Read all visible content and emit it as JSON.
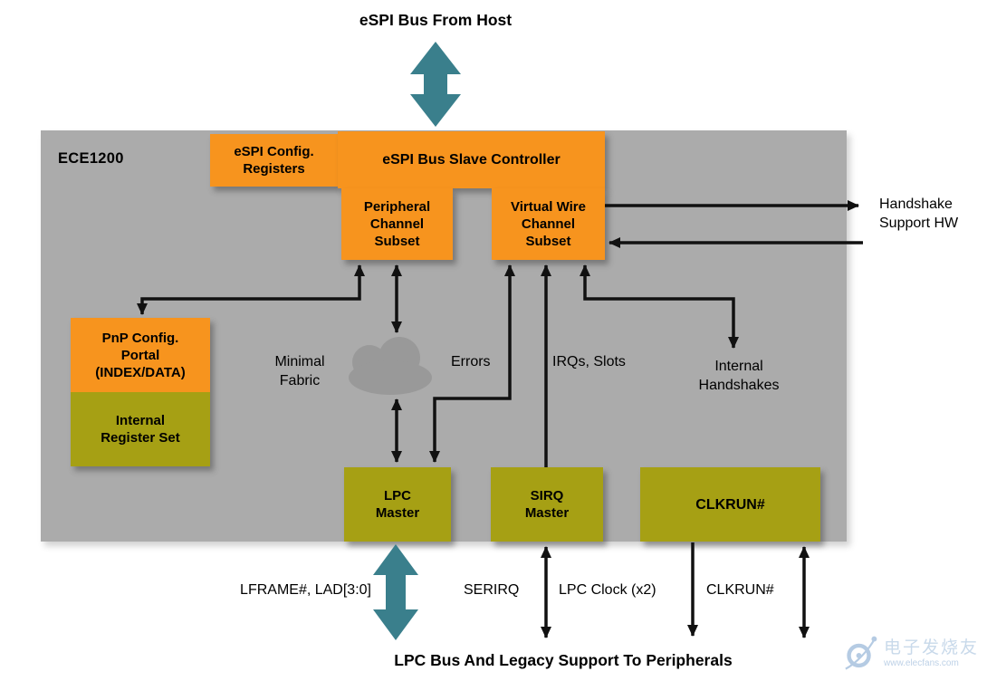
{
  "titles": {
    "top": "eSPI Bus From Host",
    "bottom": "LPC Bus And Legacy Support To Peripherals"
  },
  "diagram": {
    "chip_label": "ECE1200",
    "blocks": [
      {
        "id": "espi-config-registers",
        "label": [
          "eSPI Config.",
          "Registers"
        ],
        "type": "orange"
      },
      {
        "id": "espi-bus-slave-controller",
        "label": [
          "eSPI Bus Slave Controller"
        ],
        "type": "orange"
      },
      {
        "id": "peripheral-channel-subset",
        "label": [
          "Peripheral",
          "Channel",
          "Subset"
        ],
        "type": "orange"
      },
      {
        "id": "virtual-wire-channel-subset",
        "label": [
          "Virtual Wire",
          "Channel",
          "Subset"
        ],
        "type": "orange"
      },
      {
        "id": "pnp-config-portal",
        "label": [
          "PnP Config.",
          "Portal",
          "(INDEX/DATA)"
        ],
        "type": "orange"
      },
      {
        "id": "internal-register-set",
        "label": [
          "Internal",
          "Register Set"
        ],
        "type": "olive"
      },
      {
        "id": "lpc-master",
        "label": [
          "LPC",
          "Master"
        ],
        "type": "olive"
      },
      {
        "id": "sirq-master",
        "label": [
          "SIRQ",
          "Master"
        ],
        "type": "olive"
      },
      {
        "id": "clkrun-block",
        "label": [
          "CLKRUN#"
        ],
        "type": "olive"
      }
    ],
    "annotations": {
      "minimal_fabric": [
        "Minimal",
        "Fabric"
      ],
      "errors": "Errors",
      "irqs_slots": "IRQs, Slots",
      "internal_handshakes": [
        "Internal",
        "Handshakes"
      ],
      "handshake_support": [
        "Handshake",
        "Support HW"
      ]
    },
    "signals": {
      "lframe": "LFRAME#, LAD[3:0]",
      "serirq": "SERIRQ",
      "lpc_clock": "LPC Clock (x2)",
      "clkrun": "CLKRUN#"
    }
  },
  "colors": {
    "orange": "#F7941E",
    "olive": "#A6A014",
    "teal": "#3A7F8C",
    "panel_gray": "#ABABAB",
    "cloud_gray": "#999999",
    "line_black": "#111111",
    "watermark_blue": "#A3BFDD"
  },
  "watermark": {
    "brand_text": "电子发烧友",
    "brand_url": "www.elecfans.com",
    "logo": "elecfans-logo"
  }
}
